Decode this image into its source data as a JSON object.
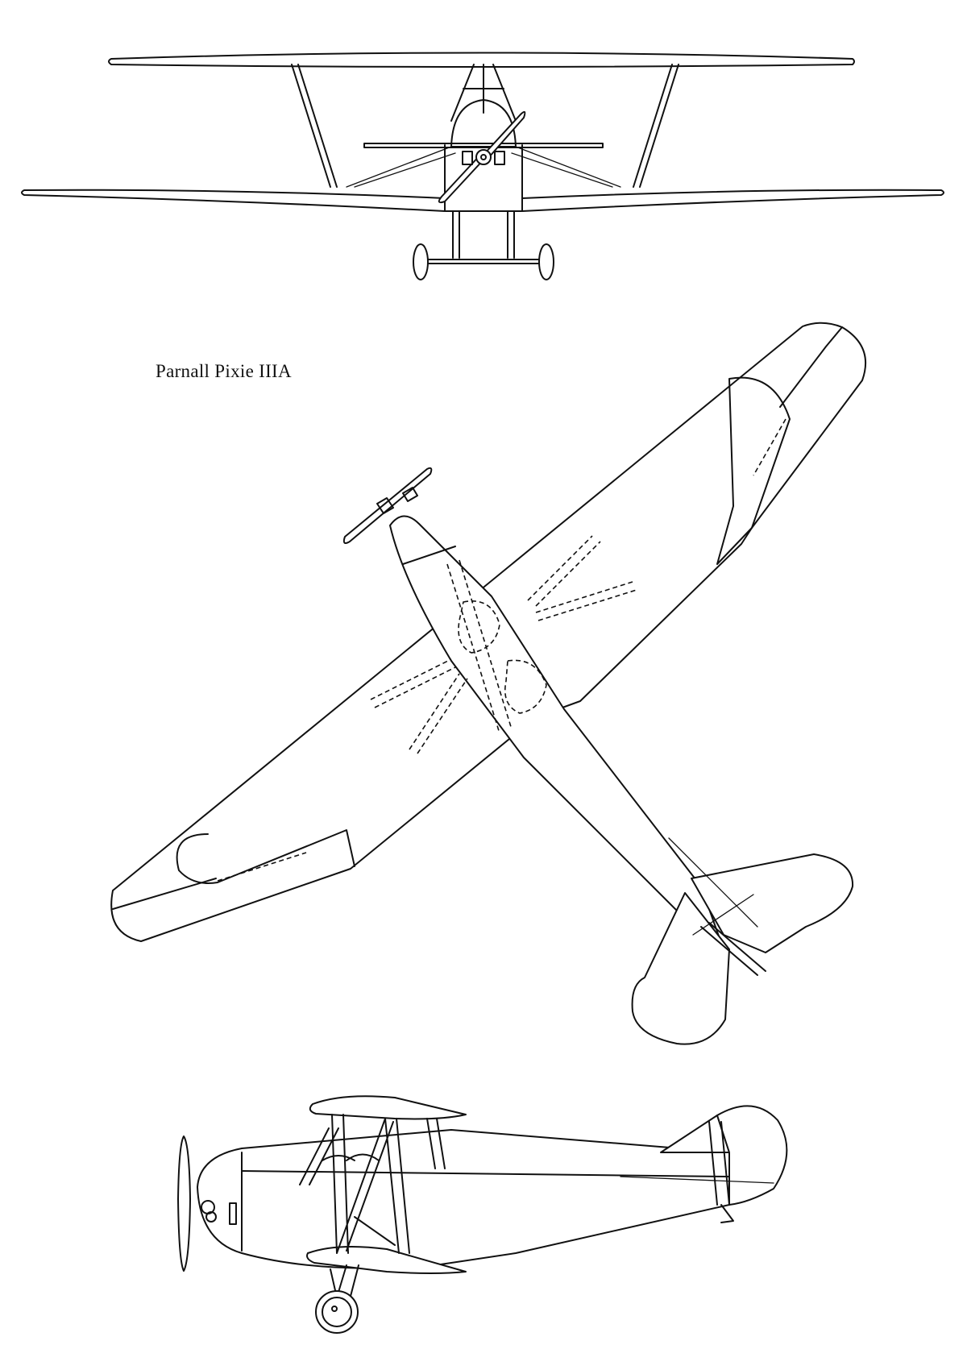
{
  "drawing": {
    "caption": "Parnall Pixie IIIA",
    "views": [
      "front-view",
      "plan-view",
      "side-view"
    ],
    "line_color": "#111111",
    "background": "#ffffff"
  }
}
